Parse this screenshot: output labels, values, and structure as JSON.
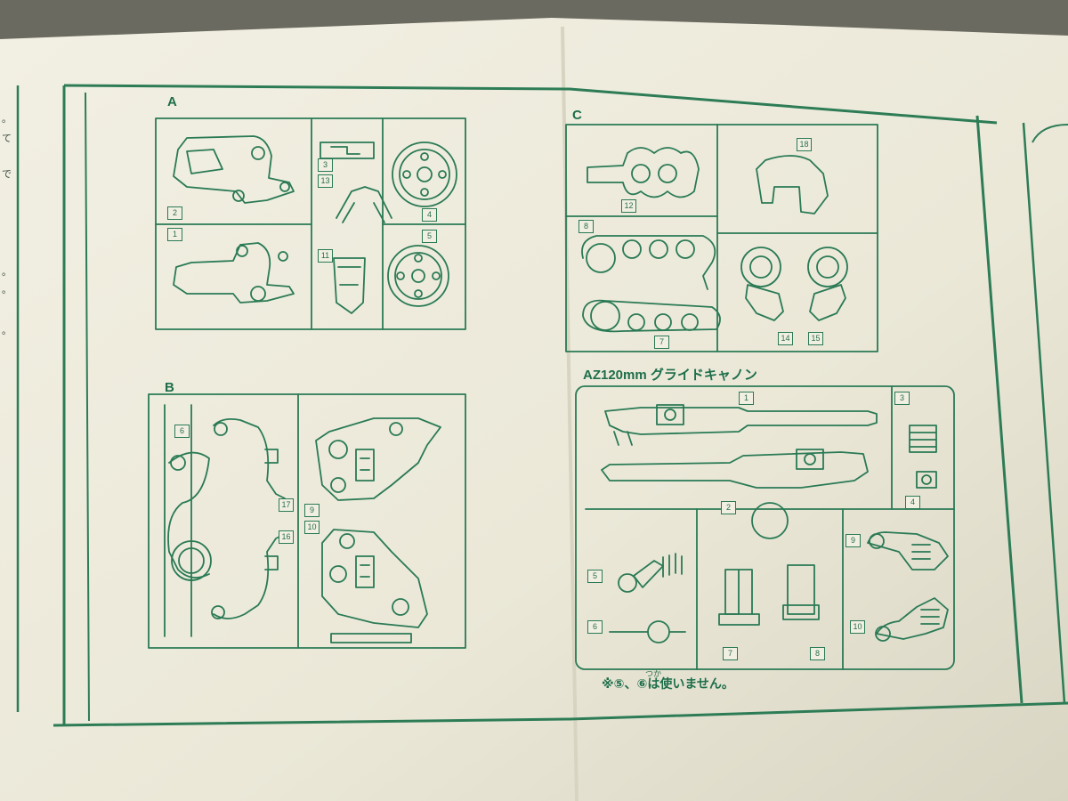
{
  "sprues": {
    "A": {
      "label": "A",
      "parts": [
        "2",
        "3",
        "13",
        "4",
        "1",
        "11",
        "5"
      ]
    },
    "B": {
      "label": "B",
      "parts": [
        "6",
        "17",
        "9",
        "16",
        "10"
      ]
    },
    "C": {
      "label": "C",
      "parts": [
        "12",
        "18",
        "8",
        "7",
        "14",
        "15"
      ]
    },
    "cannon": {
      "label": "AZ120mm グライドキャノン",
      "parts": [
        "1",
        "3",
        "2",
        "4",
        "5",
        "9",
        "6",
        "7",
        "8",
        "10"
      ]
    }
  },
  "note": {
    "text": "※⑤、⑥は使いません。",
    "ruby": "つか"
  },
  "margin_text": [
    "。",
    "て",
    "で",
    "。",
    "。",
    "。"
  ],
  "colors": {
    "ink": "#2a7a55",
    "paper": "#f1efe2",
    "frame": "#2d7c56",
    "label": "#1d6e4a"
  }
}
